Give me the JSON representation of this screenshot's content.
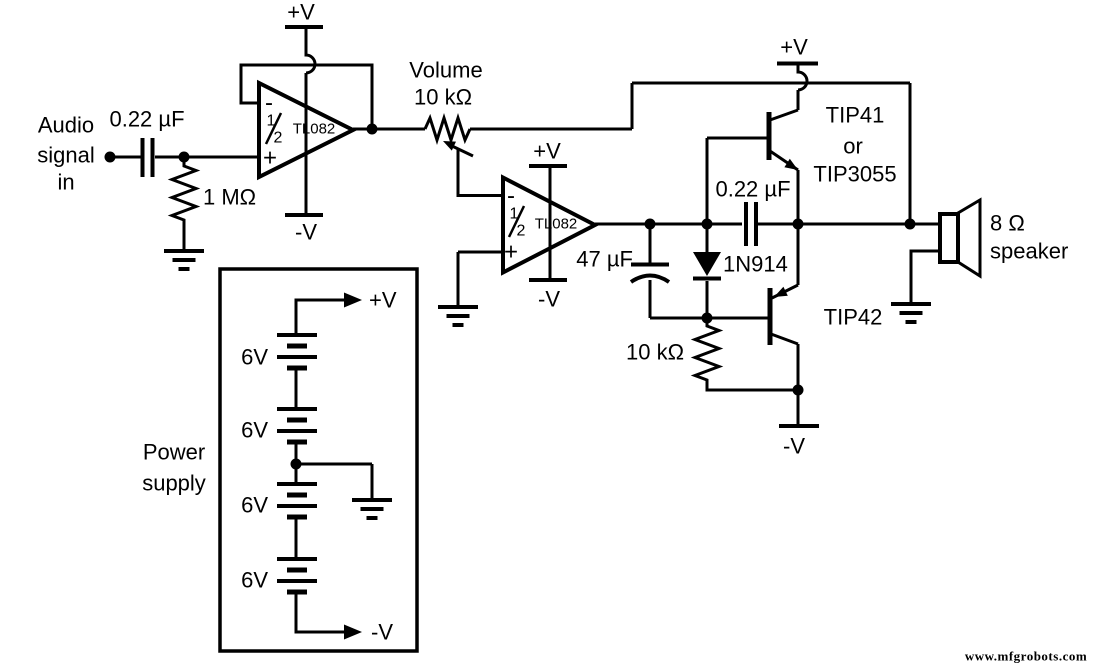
{
  "colors": {
    "ink": "#000000",
    "background": "#ffffff"
  },
  "input": {
    "label_line1": "Audio",
    "label_line2": "signal",
    "label_line3": "in",
    "coupling_cap_value": "0.22 µF",
    "bias_resistor_value": "1 MΩ"
  },
  "opamp1": {
    "frac_num": "1",
    "frac_den": "2",
    "chip": "TL082",
    "inverting_sign": "-",
    "noninverting_sign": "+",
    "vplus": "+V",
    "vminus": "-V"
  },
  "volume": {
    "label_line1": "Volume",
    "label_line2": "10 kΩ"
  },
  "opamp2": {
    "frac_num": "1",
    "frac_den": "2",
    "chip": "TL082",
    "inverting_sign": "-",
    "noninverting_sign": "+",
    "vplus": "+V",
    "vminus": "-V"
  },
  "output_stage": {
    "bootstrap_cap_value": "47 µF",
    "series_cap_value": "0.22 µF",
    "diode_value": "1N914",
    "pulldown_resistor_value": "10 kΩ",
    "npn_label_line1": "TIP41",
    "npn_label_line2": "or",
    "npn_label_line3": "TIP3055",
    "pnp_label": "TIP42",
    "vplus": "+V",
    "vminus": "-V"
  },
  "speaker": {
    "label_line1": "8 Ω",
    "label_line2": "speaker"
  },
  "power_supply": {
    "label_line1": "Power",
    "label_line2": "supply",
    "vplus": "+V",
    "vminus": "-V",
    "batteries": [
      "6V",
      "6V",
      "6V",
      "6V"
    ]
  },
  "watermark": "www.mfgrobots.com"
}
